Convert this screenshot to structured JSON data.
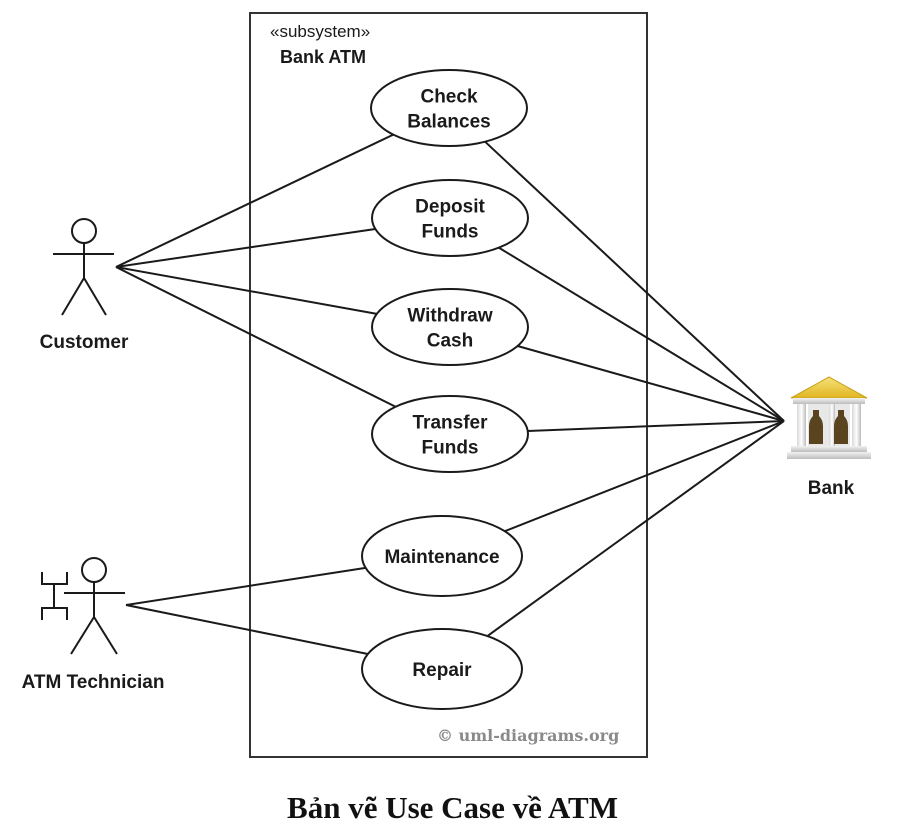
{
  "subsystem": {
    "stereotype": "«subsystem»",
    "name": "Bank ATM"
  },
  "actors": [
    {
      "id": "customer",
      "label": "Customer",
      "icon": "stick-figure-icon"
    },
    {
      "id": "technician",
      "label": "ATM Technician",
      "icon": "robot-stick-figure-icon"
    },
    {
      "id": "bank",
      "label": "Bank",
      "icon": "bank-building-icon"
    }
  ],
  "use_cases": [
    {
      "id": "check-balances",
      "lines": [
        "Check",
        "Balances"
      ]
    },
    {
      "id": "deposit-funds",
      "lines": [
        "Deposit",
        "Funds"
      ]
    },
    {
      "id": "withdraw-cash",
      "lines": [
        "Withdraw",
        "Cash"
      ]
    },
    {
      "id": "transfer-funds",
      "lines": [
        "Transfer",
        "Funds"
      ]
    },
    {
      "id": "maintenance",
      "lines": [
        "Maintenance"
      ]
    },
    {
      "id": "repair",
      "lines": [
        "Repair"
      ]
    }
  ],
  "associations": [
    {
      "from": "customer",
      "to": "check-balances"
    },
    {
      "from": "customer",
      "to": "deposit-funds"
    },
    {
      "from": "customer",
      "to": "withdraw-cash"
    },
    {
      "from": "customer",
      "to": "transfer-funds"
    },
    {
      "from": "technician",
      "to": "maintenance"
    },
    {
      "from": "technician",
      "to": "repair"
    },
    {
      "from": "bank",
      "to": "check-balances"
    },
    {
      "from": "bank",
      "to": "deposit-funds"
    },
    {
      "from": "bank",
      "to": "withdraw-cash"
    },
    {
      "from": "bank",
      "to": "transfer-funds"
    },
    {
      "from": "bank",
      "to": "maintenance"
    },
    {
      "from": "bank",
      "to": "repair"
    }
  ],
  "copyright": "© uml-diagrams.org",
  "caption": "Bản vẽ Use Case về ATM"
}
